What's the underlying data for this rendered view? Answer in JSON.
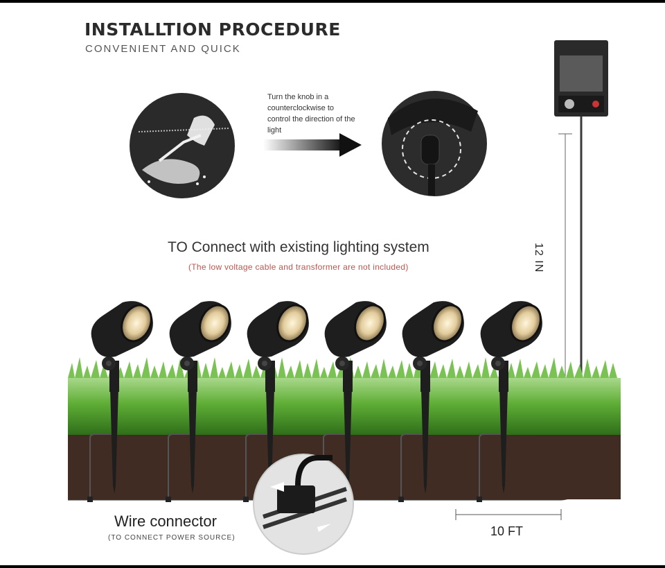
{
  "header": {
    "title": "INSTALLTION PROCEDURE",
    "subtitle": "CONVENIENT AND QUICK"
  },
  "steps": {
    "knob_instruction": "Turn the knob in a counterclockwise to control the direction of the light"
  },
  "connection": {
    "title": "TO Connect with existing lighting system",
    "note": "(The low voltage cable and transformer are not included)"
  },
  "measurements": {
    "height": "12 IN",
    "distance": "10 FT"
  },
  "wire_connector": {
    "label": "Wire connector",
    "note": "(TO CONNECT POWER SOURCE)"
  },
  "spotlights": [
    {
      "name": "spotlight-1"
    },
    {
      "name": "spotlight-2"
    },
    {
      "name": "spotlight-3"
    },
    {
      "name": "spotlight-4"
    },
    {
      "name": "spotlight-5"
    },
    {
      "name": "spotlight-6"
    }
  ],
  "colors": {
    "grass": "#4e9a2a",
    "soil": "#4a3429",
    "fixture": "#1e1e1e",
    "lens": "#e8d6ae",
    "note_red": "#c0544f"
  }
}
